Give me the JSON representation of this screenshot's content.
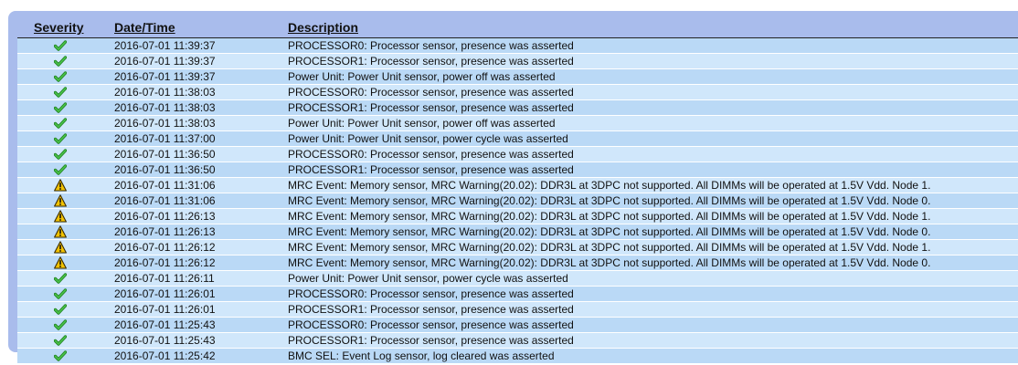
{
  "header": {
    "severity": "Severity",
    "datetime": "Date/Time",
    "description": "Description"
  },
  "colors": {
    "panel": "#a9bcec",
    "row_odd": "#bad9f6",
    "row_even": "#d0e7fb",
    "ok_icon": "#2aa12a",
    "warning_icon": "#f2c200"
  },
  "rows": [
    {
      "severity": "ok",
      "datetime": "2016-07-01 11:39:37",
      "description": "PROCESSOR0: Processor sensor, presence was asserted"
    },
    {
      "severity": "ok",
      "datetime": "2016-07-01 11:39:37",
      "description": "PROCESSOR1: Processor sensor, presence was asserted"
    },
    {
      "severity": "ok",
      "datetime": "2016-07-01 11:39:37",
      "description": "Power Unit: Power Unit sensor, power off was asserted"
    },
    {
      "severity": "ok",
      "datetime": "2016-07-01 11:38:03",
      "description": "PROCESSOR0: Processor sensor, presence was asserted"
    },
    {
      "severity": "ok",
      "datetime": "2016-07-01 11:38:03",
      "description": "PROCESSOR1: Processor sensor, presence was asserted"
    },
    {
      "severity": "ok",
      "datetime": "2016-07-01 11:38:03",
      "description": "Power Unit: Power Unit sensor, power off was asserted"
    },
    {
      "severity": "ok",
      "datetime": "2016-07-01 11:37:00",
      "description": "Power Unit: Power Unit sensor, power cycle was asserted"
    },
    {
      "severity": "ok",
      "datetime": "2016-07-01 11:36:50",
      "description": "PROCESSOR0: Processor sensor, presence was asserted"
    },
    {
      "severity": "ok",
      "datetime": "2016-07-01 11:36:50",
      "description": "PROCESSOR1: Processor sensor, presence was asserted"
    },
    {
      "severity": "warning",
      "datetime": "2016-07-01 11:31:06",
      "description": "MRC Event: Memory sensor, MRC Warning(20.02): DDR3L at 3DPC not supported. All DIMMs will be operated at 1.5V Vdd. Node 1."
    },
    {
      "severity": "warning",
      "datetime": "2016-07-01 11:31:06",
      "description": "MRC Event: Memory sensor, MRC Warning(20.02): DDR3L at 3DPC not supported. All DIMMs will be operated at 1.5V Vdd. Node 0."
    },
    {
      "severity": "warning",
      "datetime": "2016-07-01 11:26:13",
      "description": "MRC Event: Memory sensor, MRC Warning(20.02): DDR3L at 3DPC not supported. All DIMMs will be operated at 1.5V Vdd. Node 1."
    },
    {
      "severity": "warning",
      "datetime": "2016-07-01 11:26:13",
      "description": "MRC Event: Memory sensor, MRC Warning(20.02): DDR3L at 3DPC not supported. All DIMMs will be operated at 1.5V Vdd. Node 0."
    },
    {
      "severity": "warning",
      "datetime": "2016-07-01 11:26:12",
      "description": "MRC Event: Memory sensor, MRC Warning(20.02): DDR3L at 3DPC not supported. All DIMMs will be operated at 1.5V Vdd. Node 1."
    },
    {
      "severity": "warning",
      "datetime": "2016-07-01 11:26:12",
      "description": "MRC Event: Memory sensor, MRC Warning(20.02): DDR3L at 3DPC not supported. All DIMMs will be operated at 1.5V Vdd. Node 0."
    },
    {
      "severity": "ok",
      "datetime": "2016-07-01 11:26:11",
      "description": "Power Unit: Power Unit sensor, power cycle was asserted"
    },
    {
      "severity": "ok",
      "datetime": "2016-07-01 11:26:01",
      "description": "PROCESSOR0: Processor sensor, presence was asserted"
    },
    {
      "severity": "ok",
      "datetime": "2016-07-01 11:26:01",
      "description": "PROCESSOR1: Processor sensor, presence was asserted"
    },
    {
      "severity": "ok",
      "datetime": "2016-07-01 11:25:43",
      "description": "PROCESSOR0: Processor sensor, presence was asserted"
    },
    {
      "severity": "ok",
      "datetime": "2016-07-01 11:25:43",
      "description": "PROCESSOR1: Processor sensor, presence was asserted"
    },
    {
      "severity": "ok",
      "datetime": "2016-07-01 11:25:42",
      "description": "BMC SEL: Event Log sensor, log cleared was asserted"
    }
  ]
}
